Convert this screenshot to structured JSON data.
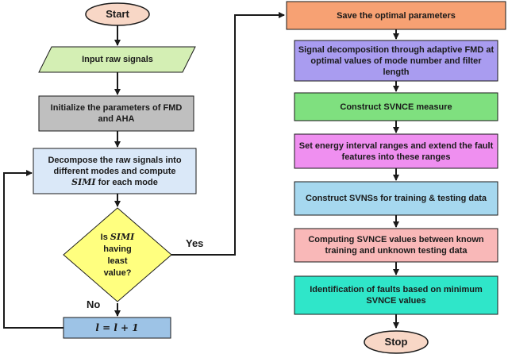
{
  "colors": {
    "terminal": "#f8d7c6",
    "input": "#d4efb4",
    "init": "#bfbfbf",
    "decompose": "#dae8f8",
    "decision": "#ffff7f",
    "update": "#9dc3e6",
    "save": "#f7a173",
    "fmd": "#a99cf0",
    "construct": "#7fe07f",
    "energy": "#ef8ff0",
    "svns": "#a6d8ef",
    "compute": "#f9b8b8",
    "identify": "#2fe6c9",
    "stroke": "#1a1a1a"
  },
  "nodes": {
    "start": "Start",
    "input": "Input raw signals",
    "init": "Initialize the parameters of FMD and AHA",
    "decompose_line1": "Decompose the raw signals into",
    "decompose_line2": "different modes and compute",
    "decompose_math": "SIMI",
    "decompose_tail": " for each mode",
    "decision_is": "Is",
    "decision_math": "SIMI",
    "decision_line2": "having",
    "decision_line3": "least",
    "decision_line4": "value?",
    "update": "l = l + 1",
    "save": "Save the optimal parameters",
    "fmd": "Signal decomposition through adaptive FMD at optimal values of mode number and filter length",
    "construct": "Construct SVNCE measure",
    "energy": "Set energy interval ranges and extend the fault features into these ranges",
    "svns": "Construct SVNSs for training & testing data",
    "compute": "Computing SVNCE values between known training and unknown testing data",
    "identify": "Identification of faults based on minimum SVNCE values",
    "stop": "Stop"
  },
  "labels": {
    "yes": "Yes",
    "no": "No"
  }
}
